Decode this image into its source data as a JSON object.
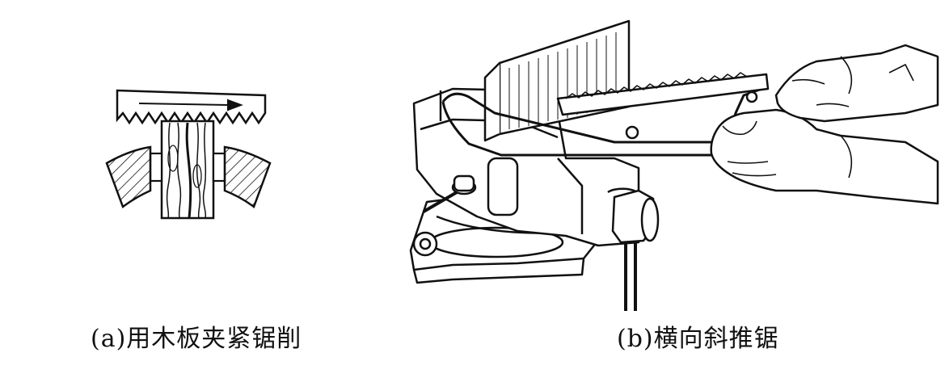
{
  "figure": {
    "panels": [
      {
        "id": "a",
        "caption": "(a)用木板夹紧锯削"
      },
      {
        "id": "b",
        "caption": "(b)横向斜推锯"
      }
    ]
  },
  "colors": {
    "ink": "#111111",
    "paper": "#ffffff"
  }
}
